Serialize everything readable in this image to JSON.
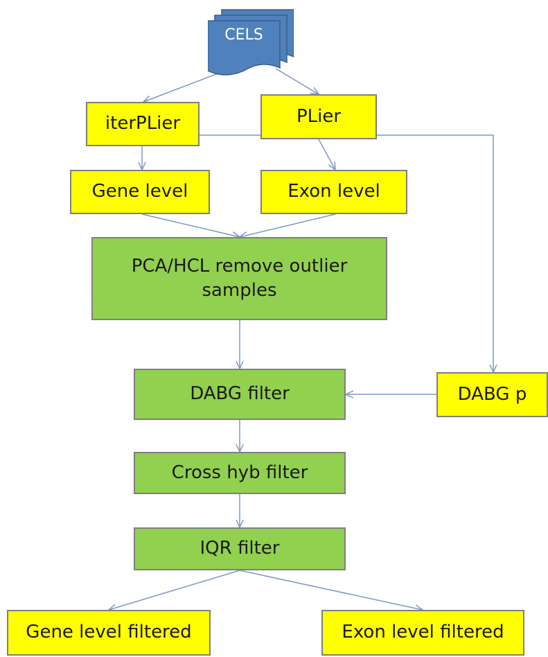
{
  "colors": {
    "process_yellow": "#ffff00",
    "process_green": "#92d050",
    "document_blue": "#4f81bd",
    "connector": "#7a98c6",
    "box_border": "#7f7f7f"
  },
  "nodes": {
    "cels": "CELS",
    "iterplier": "iterPLier",
    "plier": "PLier",
    "gene_level": "Gene level",
    "exon_level": "Exon level",
    "pca_hcl": "PCA/HCL remove outlier\nsamples",
    "dabg_filter": "DABG filter",
    "dabg_p": "DABG p",
    "cross_hyb_filter": "Cross hyb filter",
    "iqr_filter": "IQR filter",
    "gene_level_filtered": "Gene level filtered",
    "exon_level_filtered": "Exon level filtered"
  },
  "edges": [
    {
      "from": "cels",
      "to": "iterplier"
    },
    {
      "from": "cels",
      "to": "plier"
    },
    {
      "from": "iterplier",
      "to": "gene_level"
    },
    {
      "from": "iterplier",
      "to": "dabg_p"
    },
    {
      "from": "plier",
      "to": "exon_level"
    },
    {
      "from": "gene_level",
      "to": "pca_hcl"
    },
    {
      "from": "exon_level",
      "to": "pca_hcl"
    },
    {
      "from": "pca_hcl",
      "to": "dabg_filter"
    },
    {
      "from": "dabg_p",
      "to": "dabg_filter"
    },
    {
      "from": "dabg_filter",
      "to": "cross_hyb_filter"
    },
    {
      "from": "cross_hyb_filter",
      "to": "iqr_filter"
    },
    {
      "from": "iqr_filter",
      "to": "gene_level_filtered"
    },
    {
      "from": "iqr_filter",
      "to": "exon_level_filtered"
    }
  ]
}
